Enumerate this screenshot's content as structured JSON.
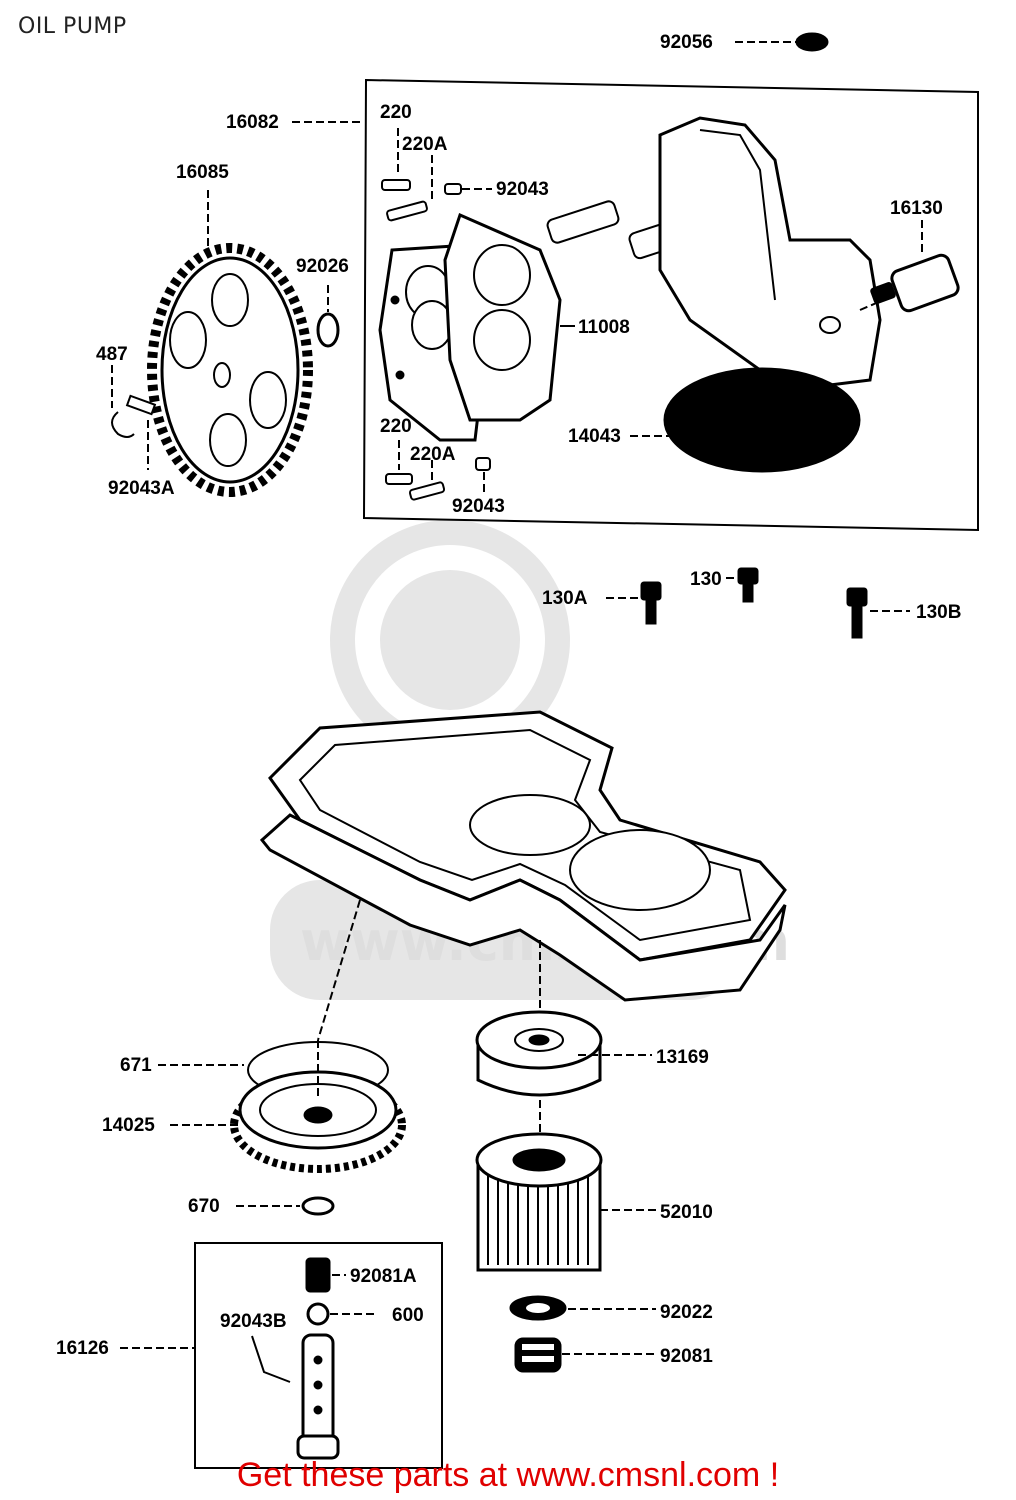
{
  "title": "OIL PUMP",
  "watermark": "www.cmsnl.com",
  "footer": "Get these parts at www.cmsnl.com !",
  "labels": {
    "l92056": "92056",
    "l16082": "16082",
    "l220a_top": "220",
    "l220A_top": "220A",
    "l92043_top": "92043",
    "l16085": "16085",
    "l92026": "92026",
    "l16130": "16130",
    "l487": "487",
    "l11008": "11008",
    "l92043A": "92043A",
    "l14043": "14043",
    "l220_bot": "220",
    "l220A_bot": "220A",
    "l92043_bot": "92043",
    "l130A": "130A",
    "l130": "130",
    "l130B": "130B",
    "l671": "671",
    "l13169": "13169",
    "l14025": "14025",
    "l670": "670",
    "l52010": "52010",
    "l92081A": "92081A",
    "l92043B": "92043B",
    "l600": "600",
    "l92022": "92022",
    "l16126": "16126",
    "l92081": "92081"
  }
}
